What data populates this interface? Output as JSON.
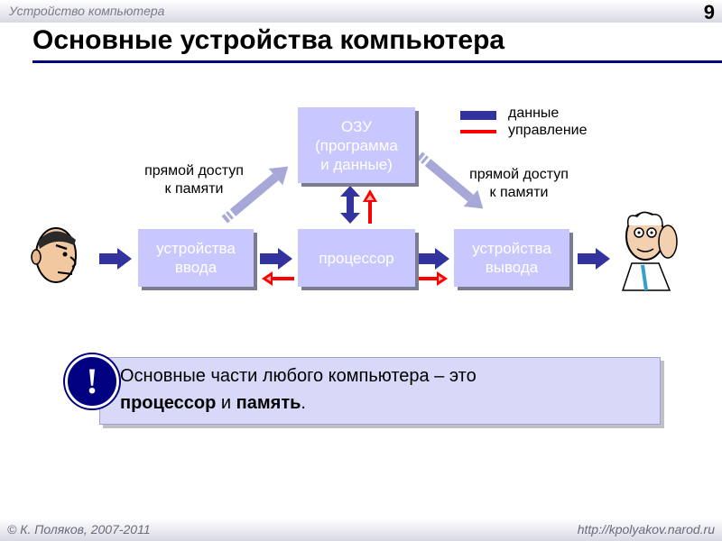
{
  "header": {
    "section_label": "Устройство компьютера",
    "page_number": "9"
  },
  "title": "Основные устройства компьютера",
  "diagram": {
    "ozu_line1": "ОЗУ",
    "ozu_line2": "(программа",
    "ozu_line3": "и данные)",
    "input_line1": "устройства",
    "input_line2": "ввода",
    "cpu_label": "процессор",
    "output_line1": "устройства",
    "output_line2": "вывода",
    "dma_left_line1": "прямой доступ",
    "dma_left_line2": "к памяти",
    "dma_right_line1": "прямой доступ",
    "dma_right_line2": "к памяти",
    "colors": {
      "box_fill": "#c8c8ff",
      "data_arrow": "#3333a0",
      "control_arrow": "#ff0000",
      "dma_arrow": "#a8a8d8"
    }
  },
  "legend": {
    "data_label": "данные",
    "control_label": "управление"
  },
  "note": {
    "icon": "!",
    "line1": "Основные части любого компьютера – это",
    "line2_bold1": "процессор",
    "line2_mid": " и ",
    "line2_bold2": "память",
    "line2_end": "."
  },
  "footer": {
    "copyright": "© К. Поляков, 2007-2011",
    "url": "http://kpolyakov.narod.ru"
  }
}
